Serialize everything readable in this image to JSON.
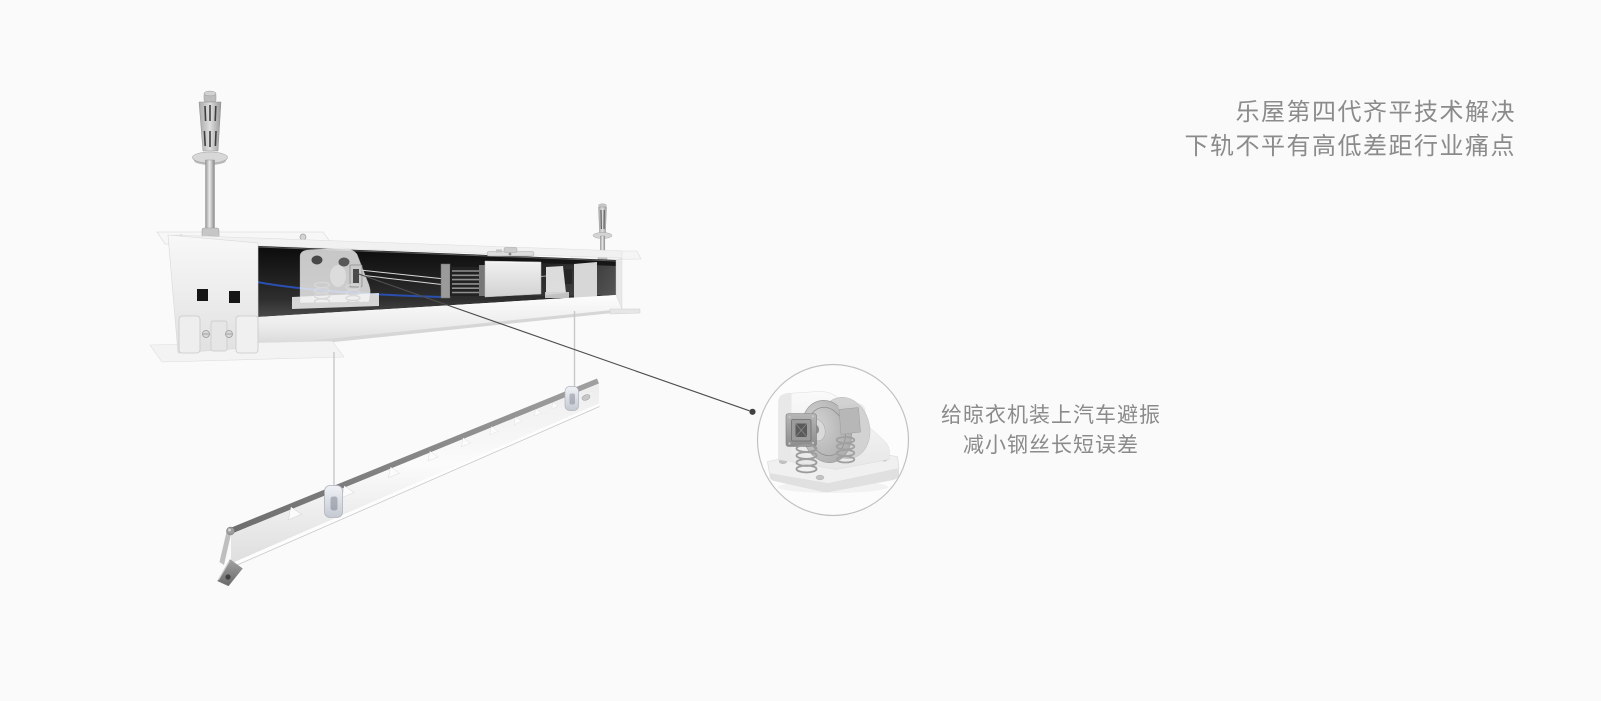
{
  "headline": {
    "line1": "乐屋第四代齐平技术解决",
    "line2": "下轨不平有高低差距行业痛点"
  },
  "callout": {
    "line1": "给晾衣机装上汽车避振",
    "line2": "减小钢丝长短误差"
  },
  "colors": {
    "background": "#fafafa",
    "text_gray": "#8b8b8b",
    "cable_blue": "#2a4fae",
    "circle_border": "#c1c1c1",
    "leader_line": "#4f4f4f",
    "leader_dot": "#414141"
  }
}
